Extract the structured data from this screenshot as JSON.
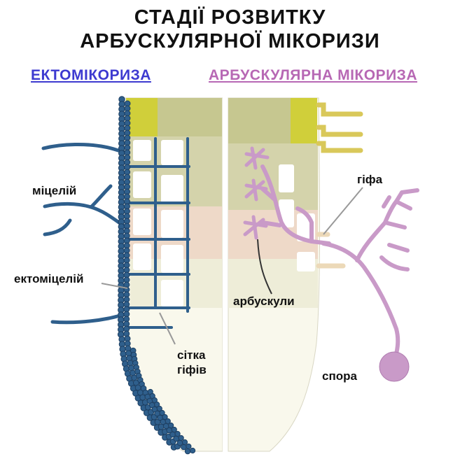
{
  "title": {
    "line1": "СТАДІЇ РОЗВИТКУ",
    "line2": "АРБУСКУЛЯРНОЇ МІКОРИЗИ"
  },
  "left_panel": {
    "heading": "ЕКТОМІКОРИЗА",
    "color": "#3d3ad0",
    "fungus_color": "#2f5f8c"
  },
  "right_panel": {
    "heading": "АРБУСКУЛЯРНА МІКОРИЗА",
    "color": "#b768b4",
    "fungus_color": "#c99ac8"
  },
  "labels": {
    "mycelium": "міцелій",
    "ectomycelium": "ектоміцелій",
    "hyphal_net_1": "сітка",
    "hyphal_net_2": "гіфів",
    "hypha": "гіфа",
    "arbuscules": "арбускули",
    "spore": "спора"
  }
}
